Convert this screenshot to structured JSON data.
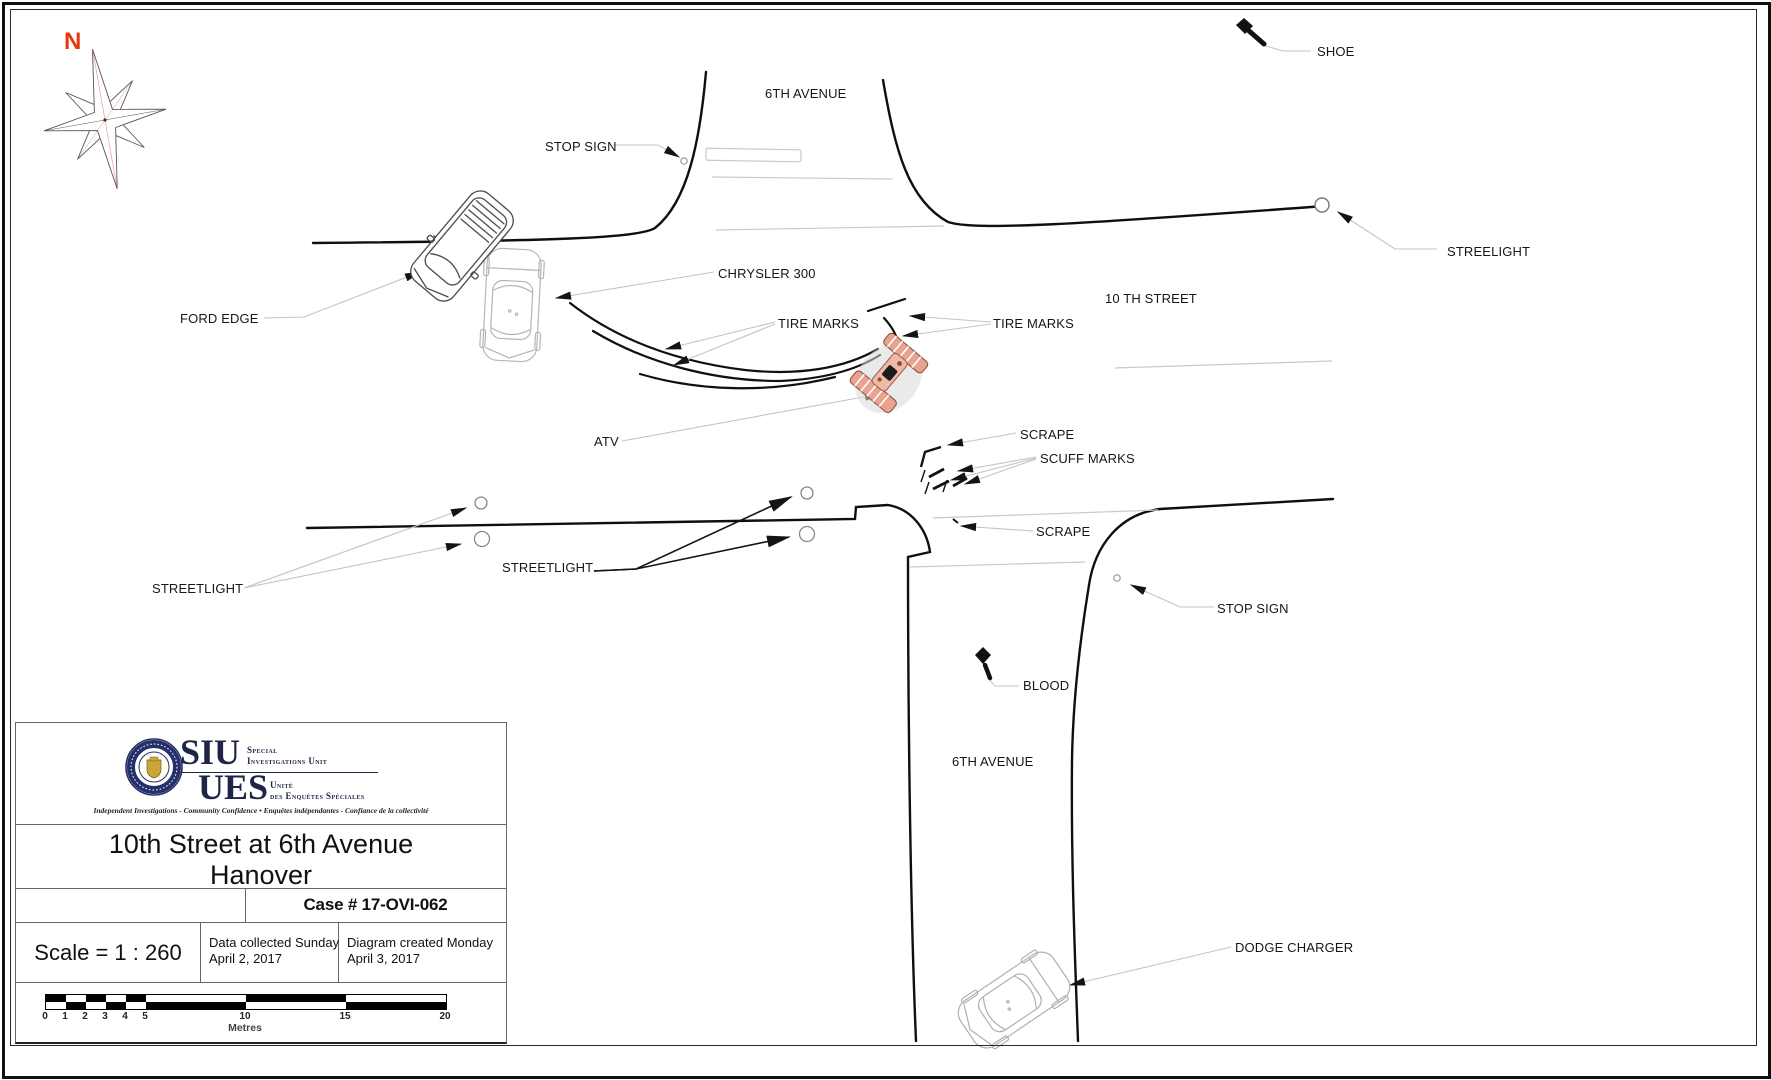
{
  "compass": {
    "north_label": "N"
  },
  "streets": {
    "avenue_top": "6TH AVENUE",
    "street_right": "10 TH STREET",
    "avenue_bottom": "6TH AVENUE"
  },
  "ann": {
    "shoe": "SHOE",
    "stop_sign_top": "STOP SIGN",
    "streelight_top": "STREELIGHT",
    "chrysler": "CHRYSLER 300",
    "ford": "FORD EDGE",
    "tire_marks_left": "TIRE MARKS",
    "tire_marks_right": "TIRE MARKS",
    "atv": "ATV",
    "scrape_upper": "SCRAPE",
    "scuff_marks": "SCUFF MARKS",
    "scrape_lower": "SCRAPE",
    "streetlight_left": "STREETLIGHT",
    "streetlight_mid": "STREETLIGHT",
    "stop_sign_bottom": "STOP SIGN",
    "blood": "BLOOD",
    "dodge": "DODGE CHARGER"
  },
  "title_block": {
    "logo": {
      "siu": "SIU",
      "ues": "UES",
      "siu_sub1": "Special",
      "siu_sub2": "Investigations Unit",
      "ues_sub1": "Unité",
      "ues_sub2": "des Enquêtes Spéciales",
      "tagline": "Independent Investigations - Community Confidence • Enquêtes indépendantes - Confiance de la collectivité"
    },
    "location_line1": "10th Street at 6th Avenue",
    "location_line2": "Hanover",
    "case_number": "Case # 17-OVI-062",
    "scale_text": "Scale =  1 : 260",
    "data_collected_line1": "Data collected Sunday",
    "data_collected_line2": "April 2, 2017",
    "diagram_created_line1": "Diagram created Monday",
    "diagram_created_line2": "April 3, 2017",
    "scale_bar": {
      "ticks": [
        "0",
        "1",
        "2",
        "3",
        "4",
        "5",
        "10",
        "15",
        "20"
      ],
      "unit_label": "Metres"
    }
  },
  "colors": {
    "compass_north": "#e8380d",
    "atv_body": "#e8a28e",
    "logo_navy": "#25306b",
    "logo_gold": "#c9a63a"
  }
}
